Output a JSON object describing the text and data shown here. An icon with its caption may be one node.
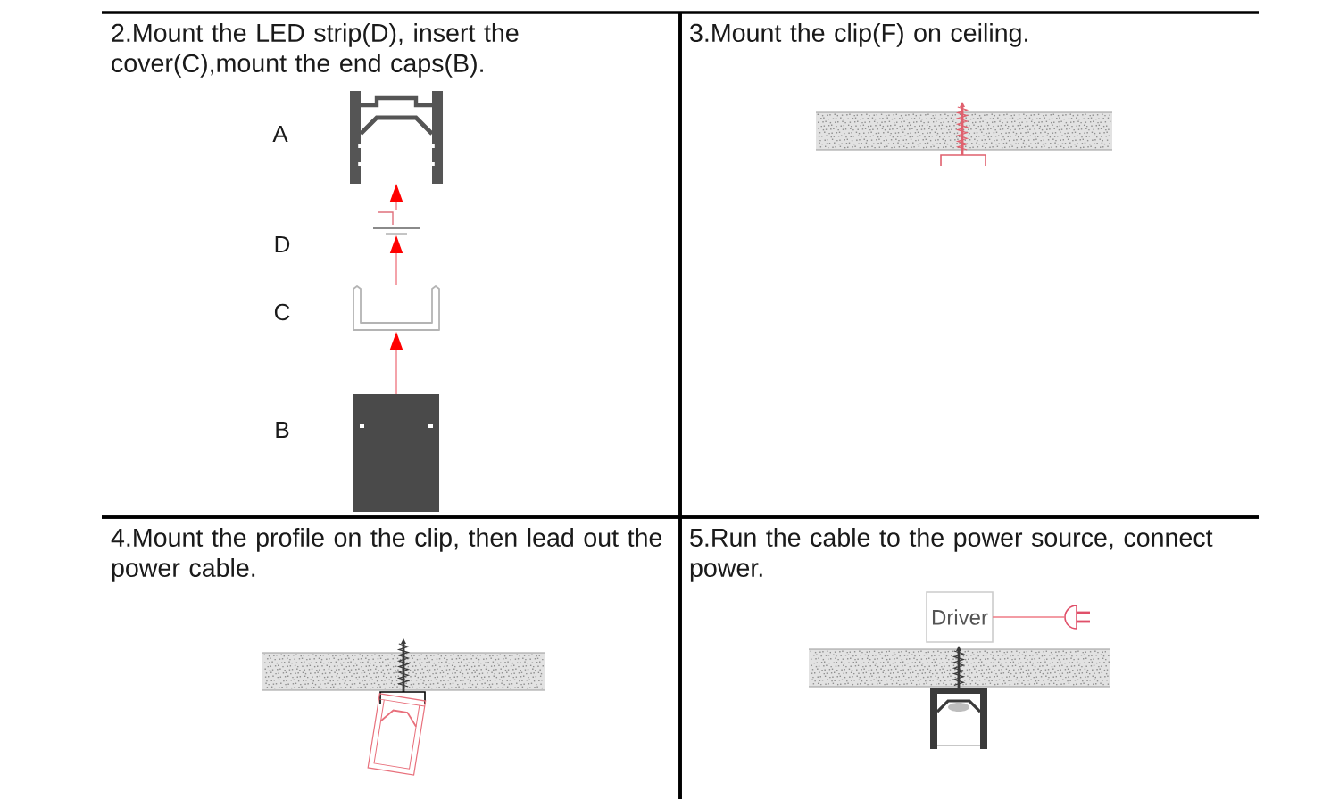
{
  "diagram": {
    "nodes": [
      {
        "text": [
          "2.Mount the LED strip(D), insert the cover(C),mount the end caps(B)."
        ]
      },
      {
        "text": [],
        "shape": "picture",
        "in": 0,
        "beside": [
          "A"
        ]
      },
      {
        "text": [],
        "shape": "picture",
        "in": 0,
        "beside": [
          "D"
        ]
      },
      {
        "text": [],
        "shape": "picture",
        "in": 0,
        "beside": [
          "C"
        ]
      },
      {
        "text": [],
        "shape": "picture",
        "in": 0,
        "beside": [
          "B"
        ]
      },
      {
        "text": [
          "3.Mount the clip(F) on ceiling."
        ]
      },
      {
        "text": [
          "4.Mount the profile on the clip, then lead out the power cable."
        ]
      },
      {
        "text": [
          "5.Run the cable to the power source, connect power."
        ]
      },
      {
        "text": [
          "Driver"
        ],
        "in": 7
      },
      {
        "text": [],
        "shape": "picture",
        "in": 7
      }
    ],
    "edges": [
      {
        "from": 4,
        "to": 3,
        "arrow": "to"
      },
      {
        "from": 3,
        "to": 2,
        "arrow": "to"
      },
      {
        "from": 2,
        "to": 1,
        "arrow": "to"
      },
      {
        "from": 8,
        "to": 9,
        "arrow": "none"
      }
    ]
  }
}
